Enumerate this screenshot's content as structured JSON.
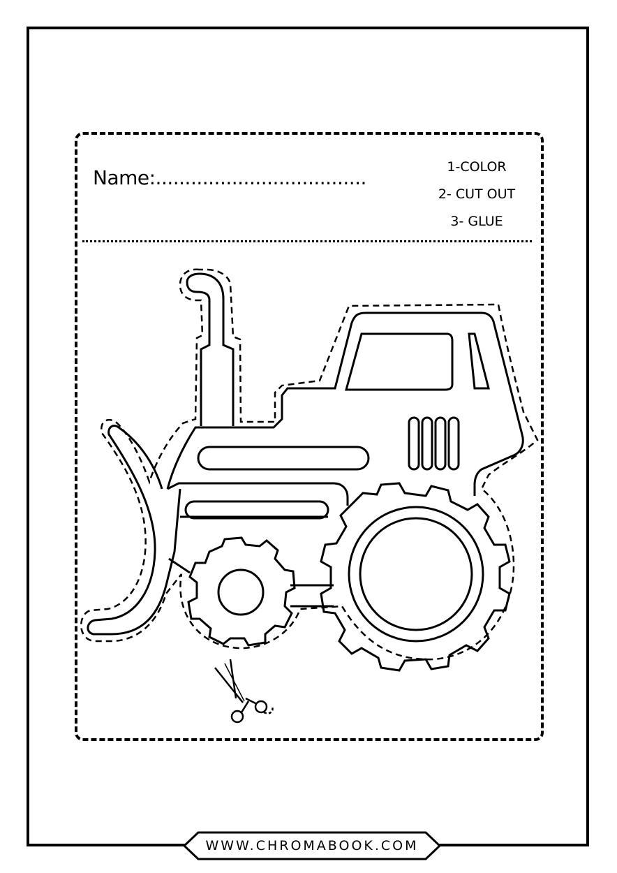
{
  "worksheet": {
    "name_label": "Name:....................................",
    "steps": [
      "1-COLOR",
      "2- CUT OUT",
      "3- GLUE"
    ],
    "illustration": "tractor-cutout",
    "footer_url": "WWW.CHROMABOOK.COM"
  }
}
